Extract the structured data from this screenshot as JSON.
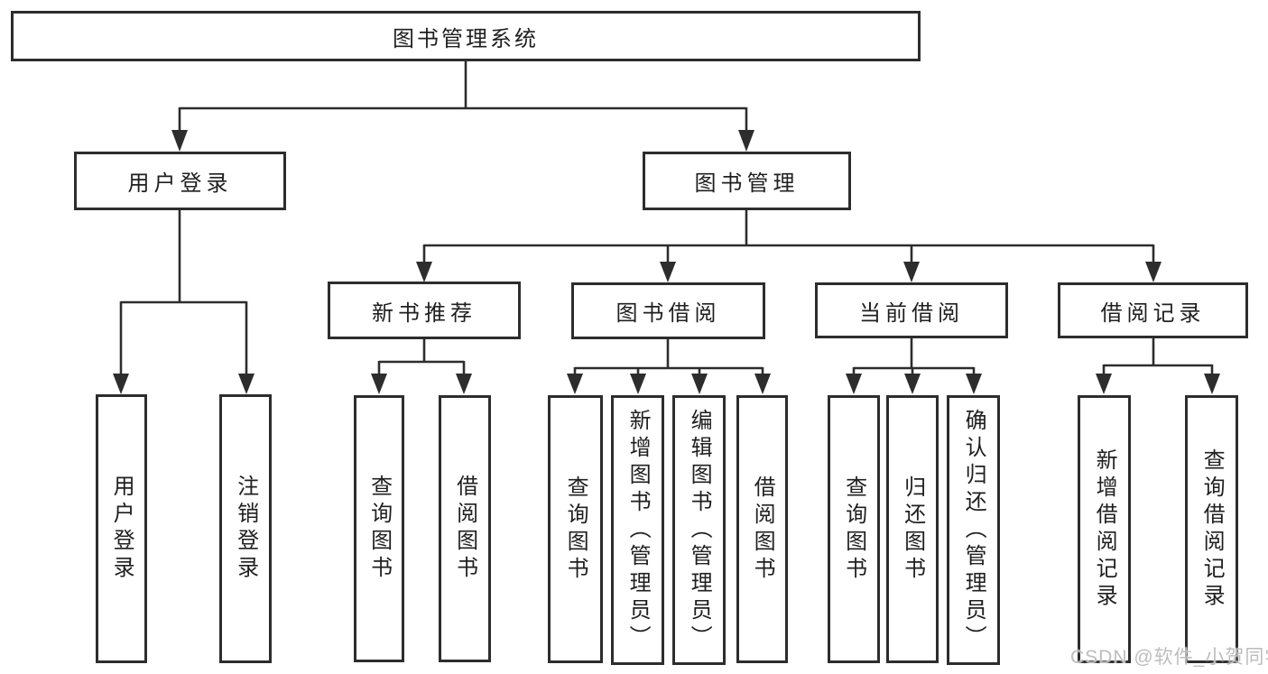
{
  "tree": {
    "label": "图书管理系统",
    "children": [
      {
        "label": "用户登录",
        "children": [
          {
            "label": "用户登录"
          },
          {
            "label": "注销登录"
          }
        ]
      },
      {
        "label": "图书管理",
        "children": [
          {
            "label": "新书推荐",
            "children": [
              {
                "label": "查询图书"
              },
              {
                "label": "借阅图书"
              }
            ]
          },
          {
            "label": "图书借阅",
            "children": [
              {
                "label": "查询图书"
              },
              {
                "label": "新增图书（管理员）"
              },
              {
                "label": "编辑图书（管理员）"
              },
              {
                "label": "借阅图书"
              }
            ]
          },
          {
            "label": "当前借阅",
            "children": [
              {
                "label": "查询图书"
              },
              {
                "label": "归还图书"
              },
              {
                "label": "确认归还（管理员）"
              }
            ]
          },
          {
            "label": "借阅记录",
            "children": [
              {
                "label": "新增借阅记录"
              },
              {
                "label": "查询借阅记录"
              }
            ]
          }
        ]
      }
    ]
  },
  "watermark": "CSDN @软件_小贺同学",
  "colors": {
    "stroke": "#2d2d2d",
    "text": "#1f1f1f",
    "watermark": "#bdbdbd",
    "background": "#ffffff"
  }
}
